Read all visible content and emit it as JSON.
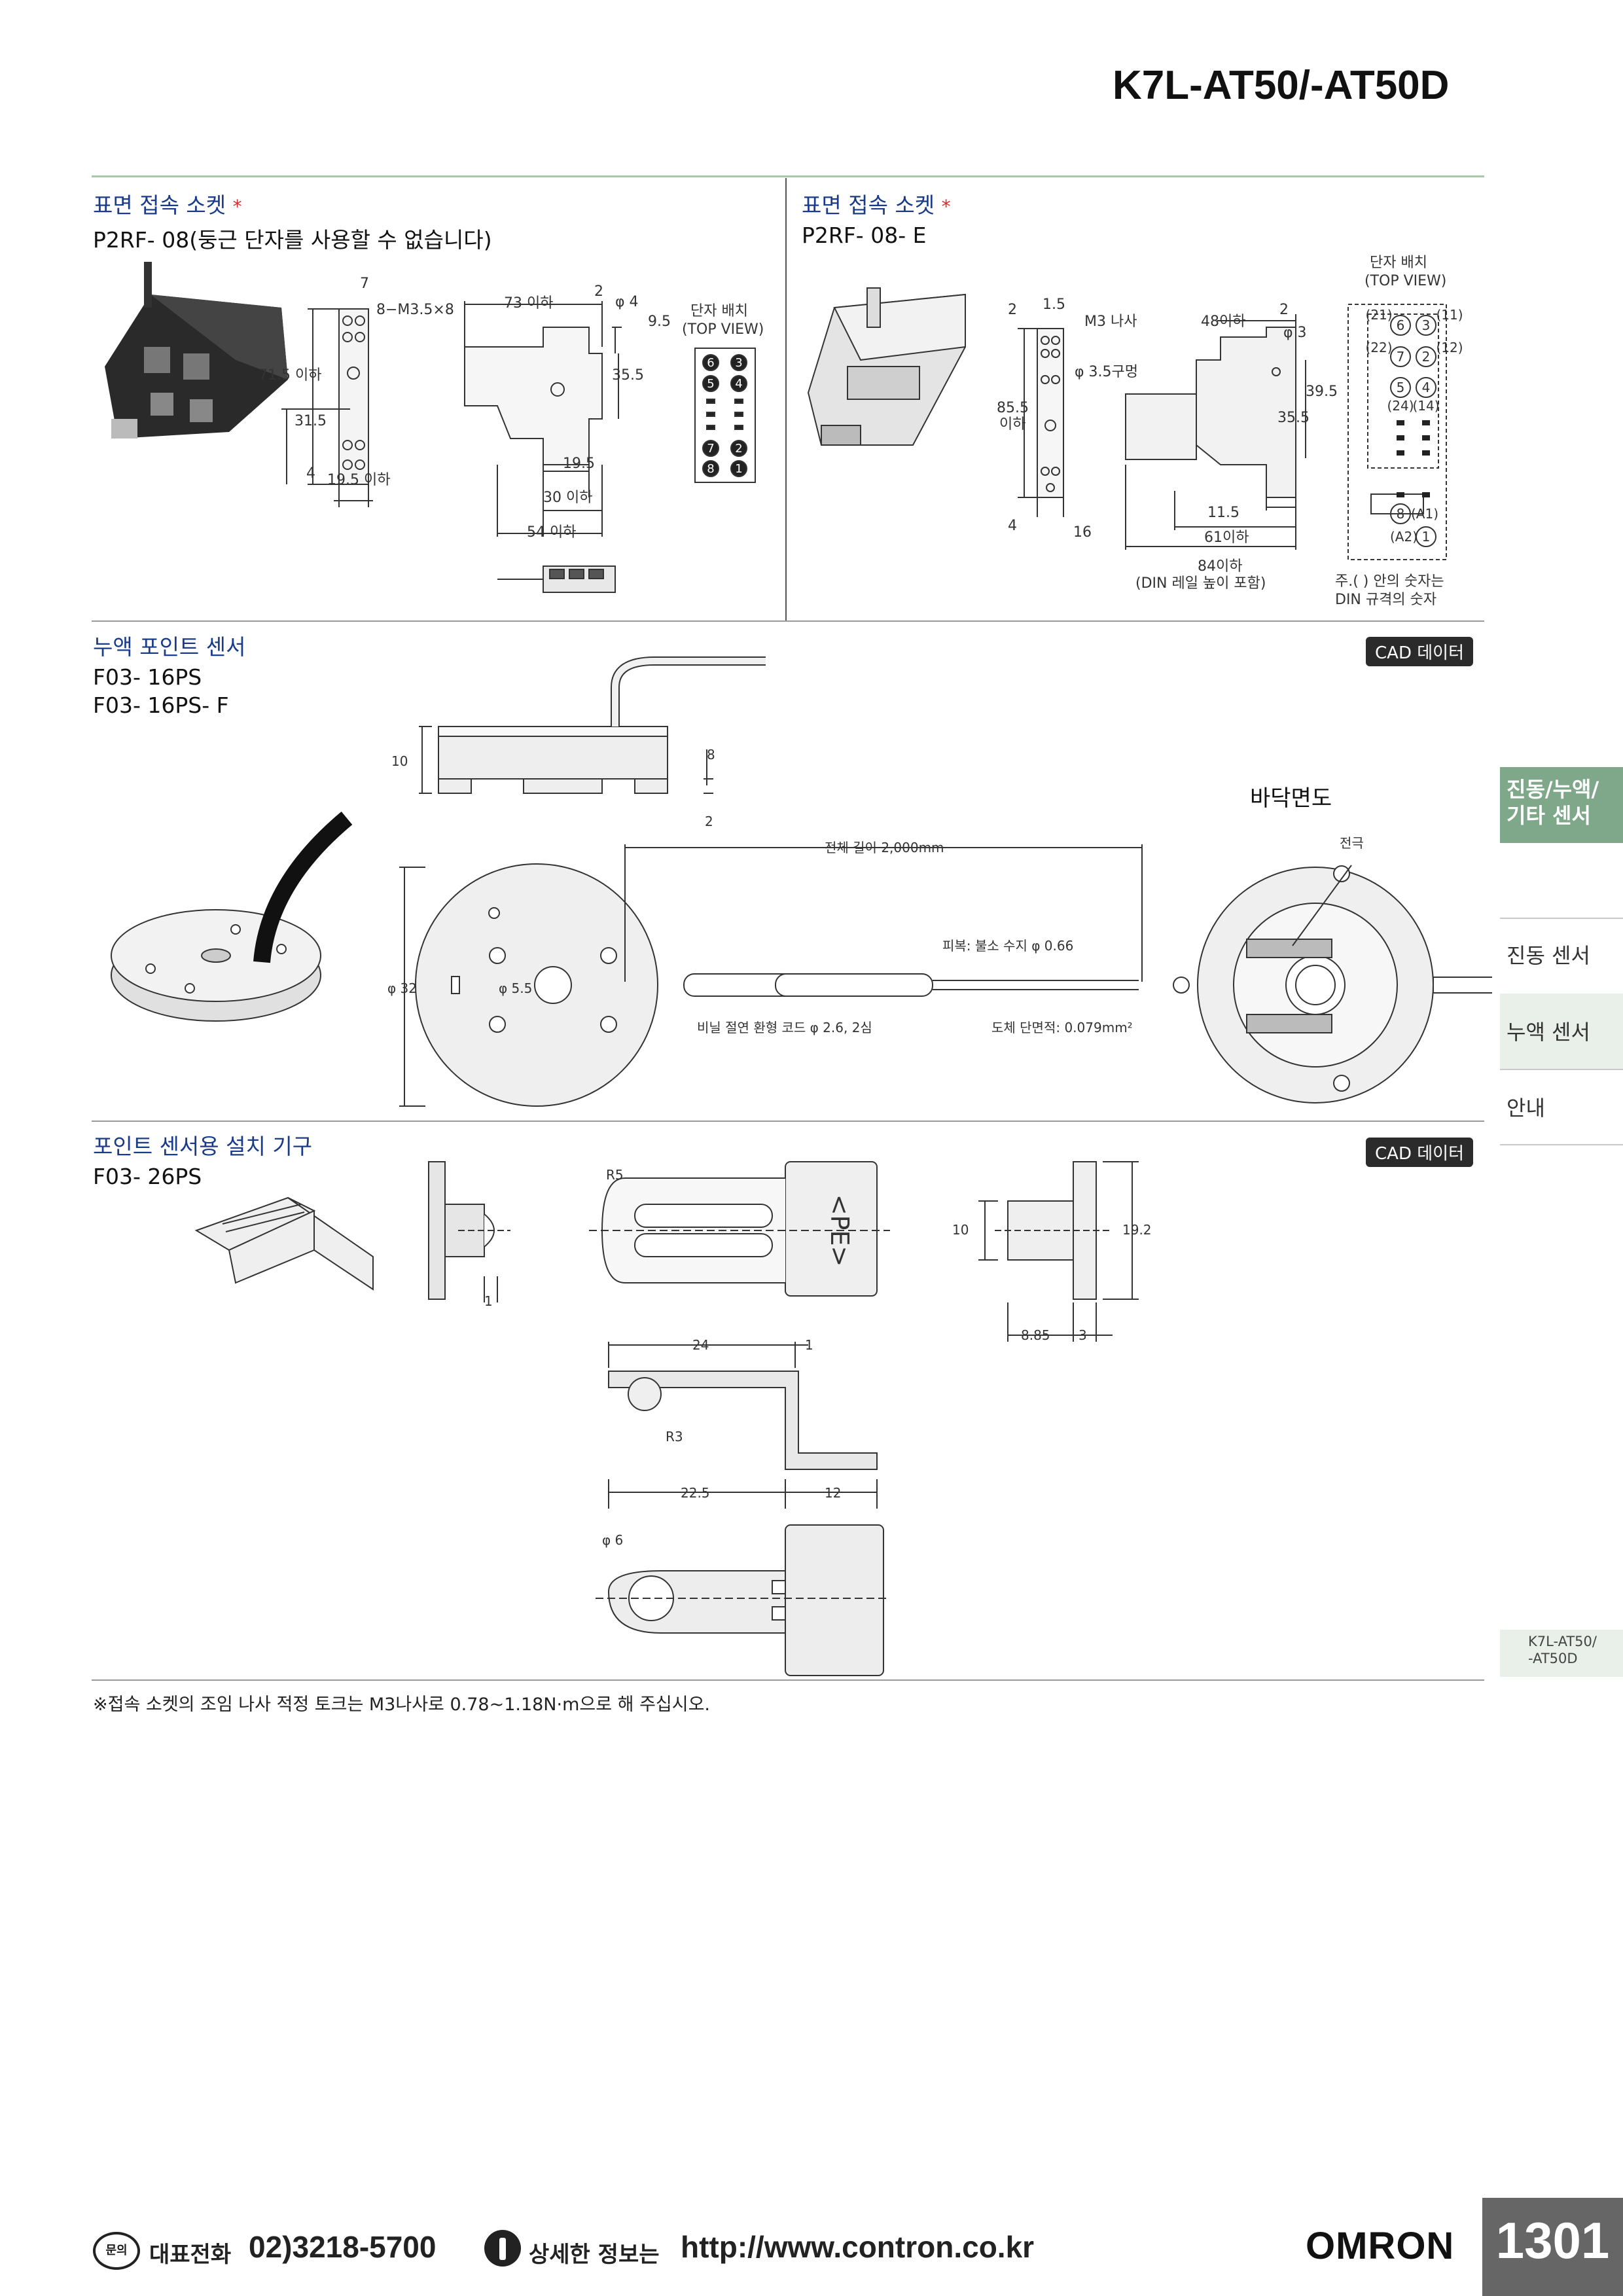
{
  "header": {
    "model_title": "K7L-AT50/-AT50D"
  },
  "sockets": {
    "left": {
      "title": "표면 접속 소켓",
      "star": "*",
      "model": "P2RF- 08(둥근 단자를 사용할 수 없습니다)",
      "dims": [
        "7",
        "8−M3.5×8",
        "71.5 이하",
        "31.5",
        "4",
        "19.5 이하",
        "73 이하",
        "2",
        "φ 4",
        "9.5",
        "35.5",
        "19.5",
        "30 이하",
        "54 이하"
      ],
      "terminal_label": "단자 배치",
      "terminal_view": "(TOP VIEW)",
      "terminals": [
        "6",
        "3",
        "5",
        "4",
        "7",
        "2",
        "8",
        "1"
      ]
    },
    "right": {
      "title": "표면 접속 소켓",
      "star": "*",
      "model": "P2RF- 08- E",
      "dims": [
        "1.5",
        "2",
        "M3 나사",
        "φ 3.5구멍",
        "85.5",
        "이하",
        "4",
        "16",
        "48이하",
        "2",
        "φ 3",
        "39.5",
        "35.5",
        "11.5",
        "61이하",
        "84이하",
        "(DIN 레일 높이 포함)"
      ],
      "terminal_label": "단자 배치",
      "terminal_view": "(TOP VIEW)",
      "terminals": [
        "(21)",
        "6",
        "3",
        "(11)",
        "(22)",
        "7",
        "2",
        "(12)",
        "5",
        "4",
        "(24)",
        "(14)",
        "8",
        "(A1)",
        "(A2)",
        "1"
      ],
      "note_line1": "주.(  ) 안의 숫자는",
      "note_line2": "DIN 규격의 숫자"
    }
  },
  "sensor": {
    "title": "누액 포인트 센서",
    "models": [
      "F03- 16PS",
      "F03- 16PS- F"
    ],
    "cad": "CAD 데이터",
    "bottom_view": "바닥면도",
    "dims": [
      "10",
      "8",
      "2",
      "φ 32",
      "φ 5.5",
      "전체 길이 2,000mm",
      "피복: 불소 수지  φ 0.66",
      "비닐 절연 환형 코드  φ 2.6, 2심",
      "도체 단면적: 0.079mm²",
      "전극"
    ]
  },
  "fixture": {
    "title": "포인트 센서용 설치 기구",
    "model": "F03- 26PS",
    "cad": "CAD 데이터",
    "dims": [
      "1",
      "R5",
      "10",
      "19.2",
      "8.85",
      "3",
      "24",
      "1",
      "R3",
      "22.5",
      "12",
      "φ 6"
    ],
    "embossed": "<PE>"
  },
  "footnote": "※접속 소켓의 조임 나사 적정 토크는 M3나사로 0.78~1.18N·m으로 해 주십시오.",
  "side_nav": {
    "active": "진동/누액/\n기타 센서",
    "active_line1": "진동/누액/",
    "active_line2": "기타 센서",
    "items": [
      "진동 센서",
      "누액 센서",
      "안내"
    ],
    "small_label_line1": "K7L-AT50/",
    "small_label_line2": "-AT50D"
  },
  "footer": {
    "tel_icon": "phone-inquiry-icon",
    "tel_label": "대표전화",
    "tel_number": "02)3218-5700",
    "info_icon": "info-icon",
    "info_label": "상세한 정보는",
    "url": "http://www.contron.co.kr",
    "brand": "OMRON",
    "page_number": "1301",
    "icon_text": "문의"
  },
  "colors": {
    "section_title": "#1a3b8a",
    "green_rule": "#a8c9a8",
    "active_tab": "#7fa88a",
    "page_box": "#666666",
    "star": "#d42a2a"
  }
}
